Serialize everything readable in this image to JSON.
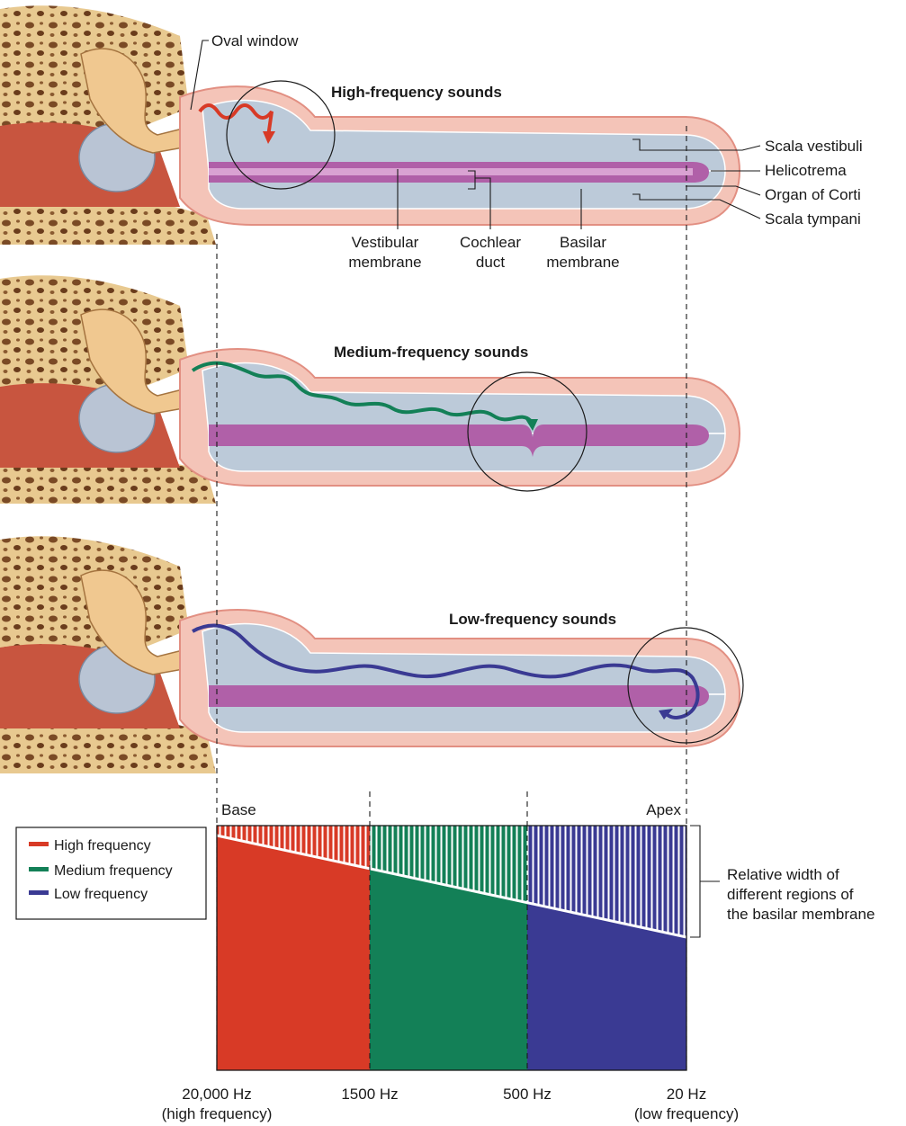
{
  "panels": [
    {
      "title": "High-frequency sounds",
      "wave_color": "#d83a26",
      "focus_region": "base"
    },
    {
      "title": "Medium-frequency sounds",
      "wave_color": "#138057",
      "focus_region": "middle"
    },
    {
      "title": "Low-frequency sounds",
      "wave_color": "#3a3a93",
      "focus_region": "apex"
    }
  ],
  "anatomy_labels": {
    "oval_window": "Oval window",
    "scala_vestibuli": "Scala vestibuli",
    "helicotrema": "Helicotrema",
    "organ_of_corti": "Organ of Corti",
    "scala_tympani": "Scala tympani",
    "vestibular_membrane_l1": "Vestibular",
    "vestibular_membrane_l2": "membrane",
    "cochlear_duct_l1": "Cochlear",
    "cochlear_duct_l2": "duct",
    "basilar_membrane_l1": "Basilar",
    "basilar_membrane_l2": "membrane"
  },
  "chart": {
    "base_label": "Base",
    "apex_label": "Apex",
    "legend": [
      {
        "label": "High frequency",
        "color": "#d83a26"
      },
      {
        "label": "Medium frequency",
        "color": "#138057"
      },
      {
        "label": "Low frequency",
        "color": "#3a3a93"
      }
    ],
    "width_note": [
      "Relative width of",
      "different regions of",
      "the basilar membrane"
    ],
    "ticks": [
      {
        "line1": "20,000 Hz",
        "line2": "(high frequency)"
      },
      {
        "line1": "1500 Hz",
        "line2": ""
      },
      {
        "line1": "500 Hz",
        "line2": ""
      },
      {
        "line1": "20 Hz",
        "line2": "(low frequency)"
      }
    ]
  }
}
